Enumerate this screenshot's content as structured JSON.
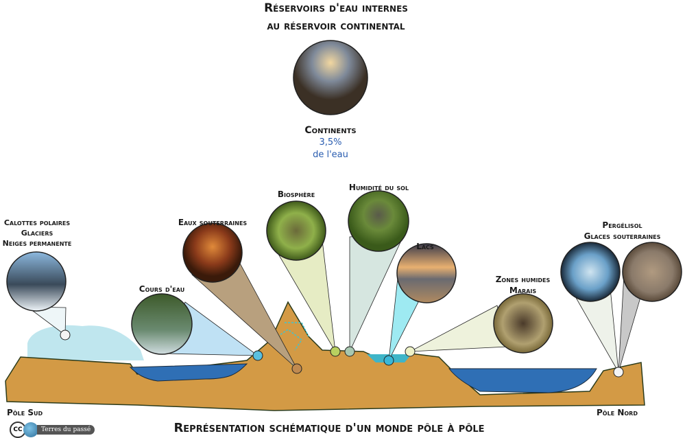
{
  "title": {
    "line1": "Réservoirs d'eau internes",
    "line2": "au réservoir continental"
  },
  "continents": {
    "label": "Continents",
    "percent": "3,5%",
    "sub": "de l'eau"
  },
  "reservoirs": [
    {
      "id": "calottes",
      "lines": [
        "Calottes polaires",
        "Glaciers",
        "Neiges permanente"
      ]
    },
    {
      "id": "cours",
      "lines": [
        "Cours d'eau"
      ]
    },
    {
      "id": "souterraines",
      "lines": [
        "Eaux souterraines"
      ]
    },
    {
      "id": "biosphere",
      "lines": [
        "Biosphère"
      ]
    },
    {
      "id": "humidite",
      "lines": [
        "Humidité du sol"
      ]
    },
    {
      "id": "lacs",
      "lines": [
        "Lacs"
      ]
    },
    {
      "id": "zones",
      "lines": [
        "Zones humides",
        "Marais"
      ]
    },
    {
      "id": "pergelisol",
      "lines": [
        "Pergélisol",
        "Glaces souterraines"
      ]
    }
  ],
  "poles": {
    "south": "Pôle Sud",
    "north": "Pôle Nord"
  },
  "footer": {
    "caption": "Représentation schématique d'un monde pôle à pôle",
    "logo_cc": "CC",
    "logo_text": "Terres du passé"
  },
  "colors": {
    "ground": "#d39a45",
    "water": "#2f6fb5",
    "ice": "#bfe6ee",
    "accent": "#2a5db0"
  }
}
